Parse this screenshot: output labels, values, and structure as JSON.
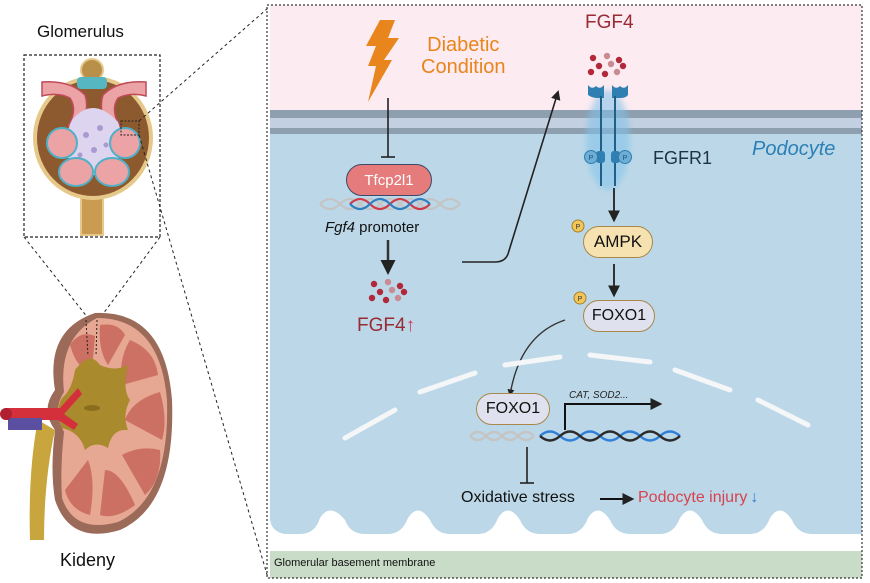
{
  "left_panel": {
    "glomerulus_label": "Glomerulus",
    "kidney_label": "Kideny"
  },
  "extracellular": {
    "stimulus_label_line1": "Diabetic",
    "stimulus_label_line2": "Condition",
    "secreted_ligand_label": "FGF4"
  },
  "cell": {
    "cell_label": "Podocyte",
    "receptor_label": "FGFR1",
    "phospho_label": "P",
    "transcription_factor": "Tfcp2l1",
    "promoter_gene_italic": "Fgf4",
    "promoter_suffix": " promoter",
    "upregulated_ligand": "FGF4",
    "up_arrow": "↑",
    "kinase": "AMPK",
    "cytoplasmic_tf": "FOXO1",
    "nuclear_tf": "FOXO1",
    "target_genes": "CAT, SOD2...",
    "stress_label": "Oxidative stress",
    "outcome_label": "Podocyte injury",
    "down_arrow": "↓"
  },
  "bottom": {
    "membrane_label": "Glomerular basement membrane"
  },
  "colors": {
    "extracellular_bg": "#fcebf1",
    "cytoplasm_bg": "#bcd8e8",
    "membrane_dark": "#8e9fb0",
    "membrane_light": "#c3d0e2",
    "gbm_bg": "#c8dcc8",
    "stimulus_orange": "#e8851c",
    "fgf4_red": "#9a2a35",
    "outcome_red": "#d6424f",
    "receptor_blue": "#2f7fb0",
    "cell_label_blue": "#2a7fb5",
    "down_arrow_blue": "#2f7ed8",
    "up_arrow_pink": "#e0305a",
    "tfcp2l1_fill": "#e57b7b",
    "ampk_fill": "#f6e2b0",
    "foxo1_fill": "#dfe2ee",
    "phospho_fill": "#f3c65a"
  }
}
